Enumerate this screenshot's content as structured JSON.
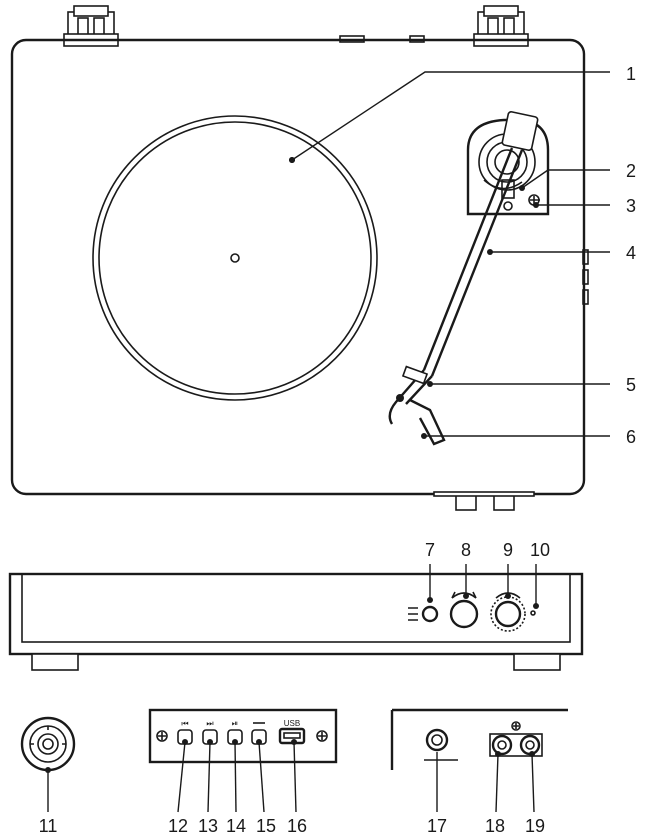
{
  "callouts": [
    {
      "n": "1"
    },
    {
      "n": "2"
    },
    {
      "n": "3"
    },
    {
      "n": "4"
    },
    {
      "n": "5"
    },
    {
      "n": "6"
    },
    {
      "n": "7"
    },
    {
      "n": "8"
    },
    {
      "n": "9"
    },
    {
      "n": "10"
    },
    {
      "n": "11"
    },
    {
      "n": "12"
    },
    {
      "n": "13"
    },
    {
      "n": "14"
    },
    {
      "n": "15"
    },
    {
      "n": "16"
    },
    {
      "n": "17"
    },
    {
      "n": "18"
    },
    {
      "n": "19"
    }
  ],
  "usb_label": "USB",
  "icons": {
    "prev": "skip-previous-icon",
    "next": "skip-next-icon",
    "play": "play-pause-icon",
    "mode": "mode-icon",
    "plus": "plus-icon",
    "arrow": "arrow-icon"
  }
}
